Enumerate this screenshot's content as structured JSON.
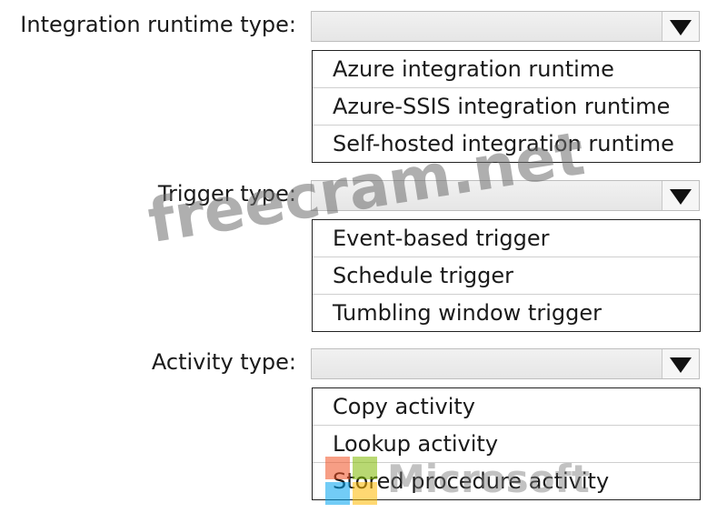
{
  "fields": [
    {
      "label": "Integration runtime type:",
      "selected": "",
      "options": [
        "Azure integration runtime",
        "Azure-SSIS integration runtime",
        "Self-hosted integration runtime"
      ]
    },
    {
      "label": "Trigger type:",
      "selected": "",
      "options": [
        "Event-based trigger",
        "Schedule trigger",
        "Tumbling window trigger"
      ]
    },
    {
      "label": "Activity type:",
      "selected": "",
      "options": [
        "Copy activity",
        "Lookup activity",
        "Stored procedure activity"
      ]
    }
  ],
  "watermark": {
    "site": "freecram.net",
    "brand": "Microsoft"
  },
  "logo_colors": [
    "#f25022",
    "#7fba00",
    "#00a4ef",
    "#ffb900"
  ],
  "icons": {
    "dropdown": "triangle-down-icon",
    "logo": "microsoft-logo-icon"
  }
}
